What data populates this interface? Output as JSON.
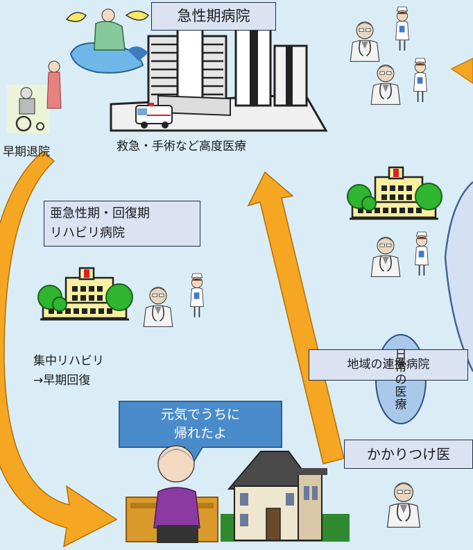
{
  "hospitals": {
    "acute": {
      "title": "急性期病院",
      "description": "救急・手術など高度医療"
    },
    "subacute": {
      "title_lines": [
        "亜急性期・回復期",
        "リハビリ病院"
      ],
      "description_lines": [
        "集中リハビリ",
        "→早期回復"
      ]
    },
    "regional": {
      "title": "地域の連携病院"
    },
    "gp": {
      "title": "かかりつけ医"
    }
  },
  "flow": {
    "early_discharge": "早期退院",
    "daily_care_chars": [
      "日",
      "常",
      "の",
      "医",
      "療"
    ]
  },
  "patient": {
    "speech_lines": [
      "元気でうちに",
      "帰れたよ"
    ]
  },
  "colors": {
    "background": "#daedf7",
    "label_box": "#dbe3f3",
    "arrow_orange": "#f5a623",
    "speech_bubble": "#4a8ccb",
    "daily_care_oval": "#a9c8ea",
    "tree_green": "#2fb52f",
    "building_yellow": "#f7f0a0"
  },
  "icons": [
    "operating-room-icon",
    "acute-hospital-building-icon",
    "ambulance-icon",
    "doctor-icon",
    "nurse-icon",
    "caregiver-wheelchair-icon",
    "rehab-hospital-icon",
    "regional-hospital-icon",
    "elderly-woman-icon",
    "house-icon"
  ]
}
